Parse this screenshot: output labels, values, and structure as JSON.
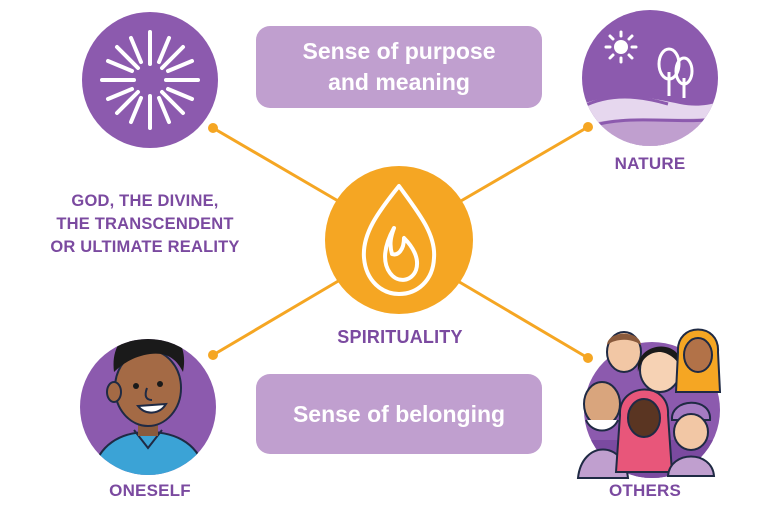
{
  "boxes": {
    "purpose": [
      "Sense of purpose",
      "and meaning"
    ],
    "belonging": "Sense of belonging"
  },
  "labels": {
    "god": [
      "GOD, THE DIVINE,",
      "THE TRANSCENDENT",
      "OR ULTIMATE REALITY"
    ],
    "nature": "NATURE",
    "spirituality": "SPIRITUALITY",
    "oneself": "ONESELF",
    "others": "OTHERS"
  },
  "icons": {
    "center": "flame-icon",
    "god": "radiant-burst-icon",
    "nature": "landscape-sun-trees-icon",
    "oneself": "smiling-person-icon",
    "others": "group-of-people-icon"
  },
  "colors": {
    "purple_dark": "#7b4aa0",
    "purple_mid": "#8c5aae",
    "purple_light": "#c09fcf",
    "orange": "#f5a623",
    "connector": "#f5a623"
  }
}
